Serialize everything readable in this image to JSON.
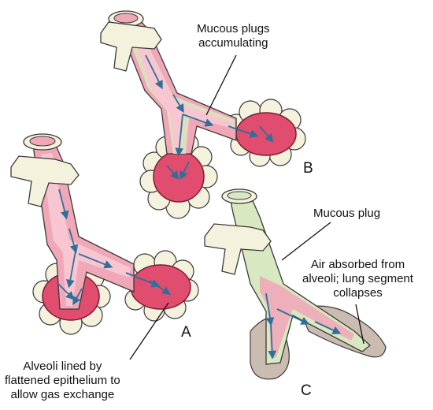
{
  "labels": {
    "mucous_plugs_line1": "Mucous plugs",
    "mucous_plugs_line2": "accumulating",
    "mucous_plug": "Mucous plug",
    "air_absorbed_line1": "Air absorbed from",
    "air_absorbed_line2": "alveoli; lung segment",
    "air_absorbed_line3": "collapses",
    "alveoli_line1": "Alveoli lined by",
    "alveoli_line2": "flattened epithelium to",
    "alveoli_line3": "allow gas exchange"
  },
  "panel_letters": {
    "a": "A",
    "b": "B",
    "c": "C"
  },
  "colors": {
    "cartilage": "#f4f1dd",
    "airway_pink": "#f0a8b8",
    "airway_lumen": "#f7c6d0",
    "mucus_green": "#d8e8c0",
    "alveoli_red": "#e14d6e",
    "collapsed_tissue": "#cbbcb2",
    "arrow_blue": "#3f7fa8",
    "outline": "#3a3a3a"
  }
}
